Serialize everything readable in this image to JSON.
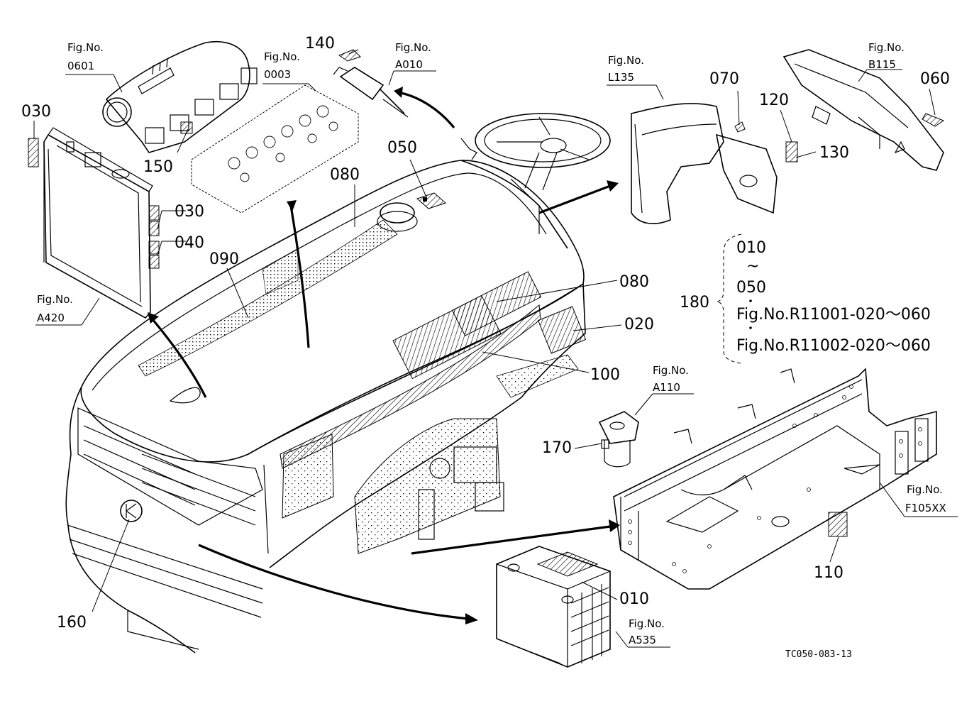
{
  "drawing_code": "TC050-083-13",
  "parts": {
    "p030a": "030",
    "p030b": "030",
    "p040": "040",
    "p150": "150",
    "p140": "140",
    "p050": "050",
    "p080a": "080",
    "p090": "090",
    "p070": "070",
    "p120": "120",
    "p130": "130",
    "p060": "060",
    "p080b": "080",
    "p020": "020",
    "p100": "100",
    "p170": "170",
    "p160": "160",
    "p110": "110",
    "p010": "010",
    "p180": "180"
  },
  "figs": {
    "f0601": {
      "label": "Fig.No.",
      "num": "0601"
    },
    "f0003": {
      "label": "Fig.No.",
      "num": "0003"
    },
    "fA010": {
      "label": "Fig.No.",
      "num": "A010"
    },
    "fL135": {
      "label": "Fig.No.",
      "num": "L135"
    },
    "fB115": {
      "label": "Fig.No.",
      "num": "B115"
    },
    "fA420": {
      "label": "Fig.No.",
      "num": "A420"
    },
    "fA110": {
      "label": "Fig.No.",
      "num": "A110"
    },
    "fF105": {
      "label": "Fig.No.",
      "num": "F105XX"
    },
    "fA535": {
      "label": "Fig.No.",
      "num": "A535"
    }
  },
  "bracket180": {
    "from": "010",
    "tilde": "~",
    "to": "050",
    "ref1": "Fig.No.R11001-020～060",
    "ref2": "Fig.No.R11002-020～060"
  }
}
